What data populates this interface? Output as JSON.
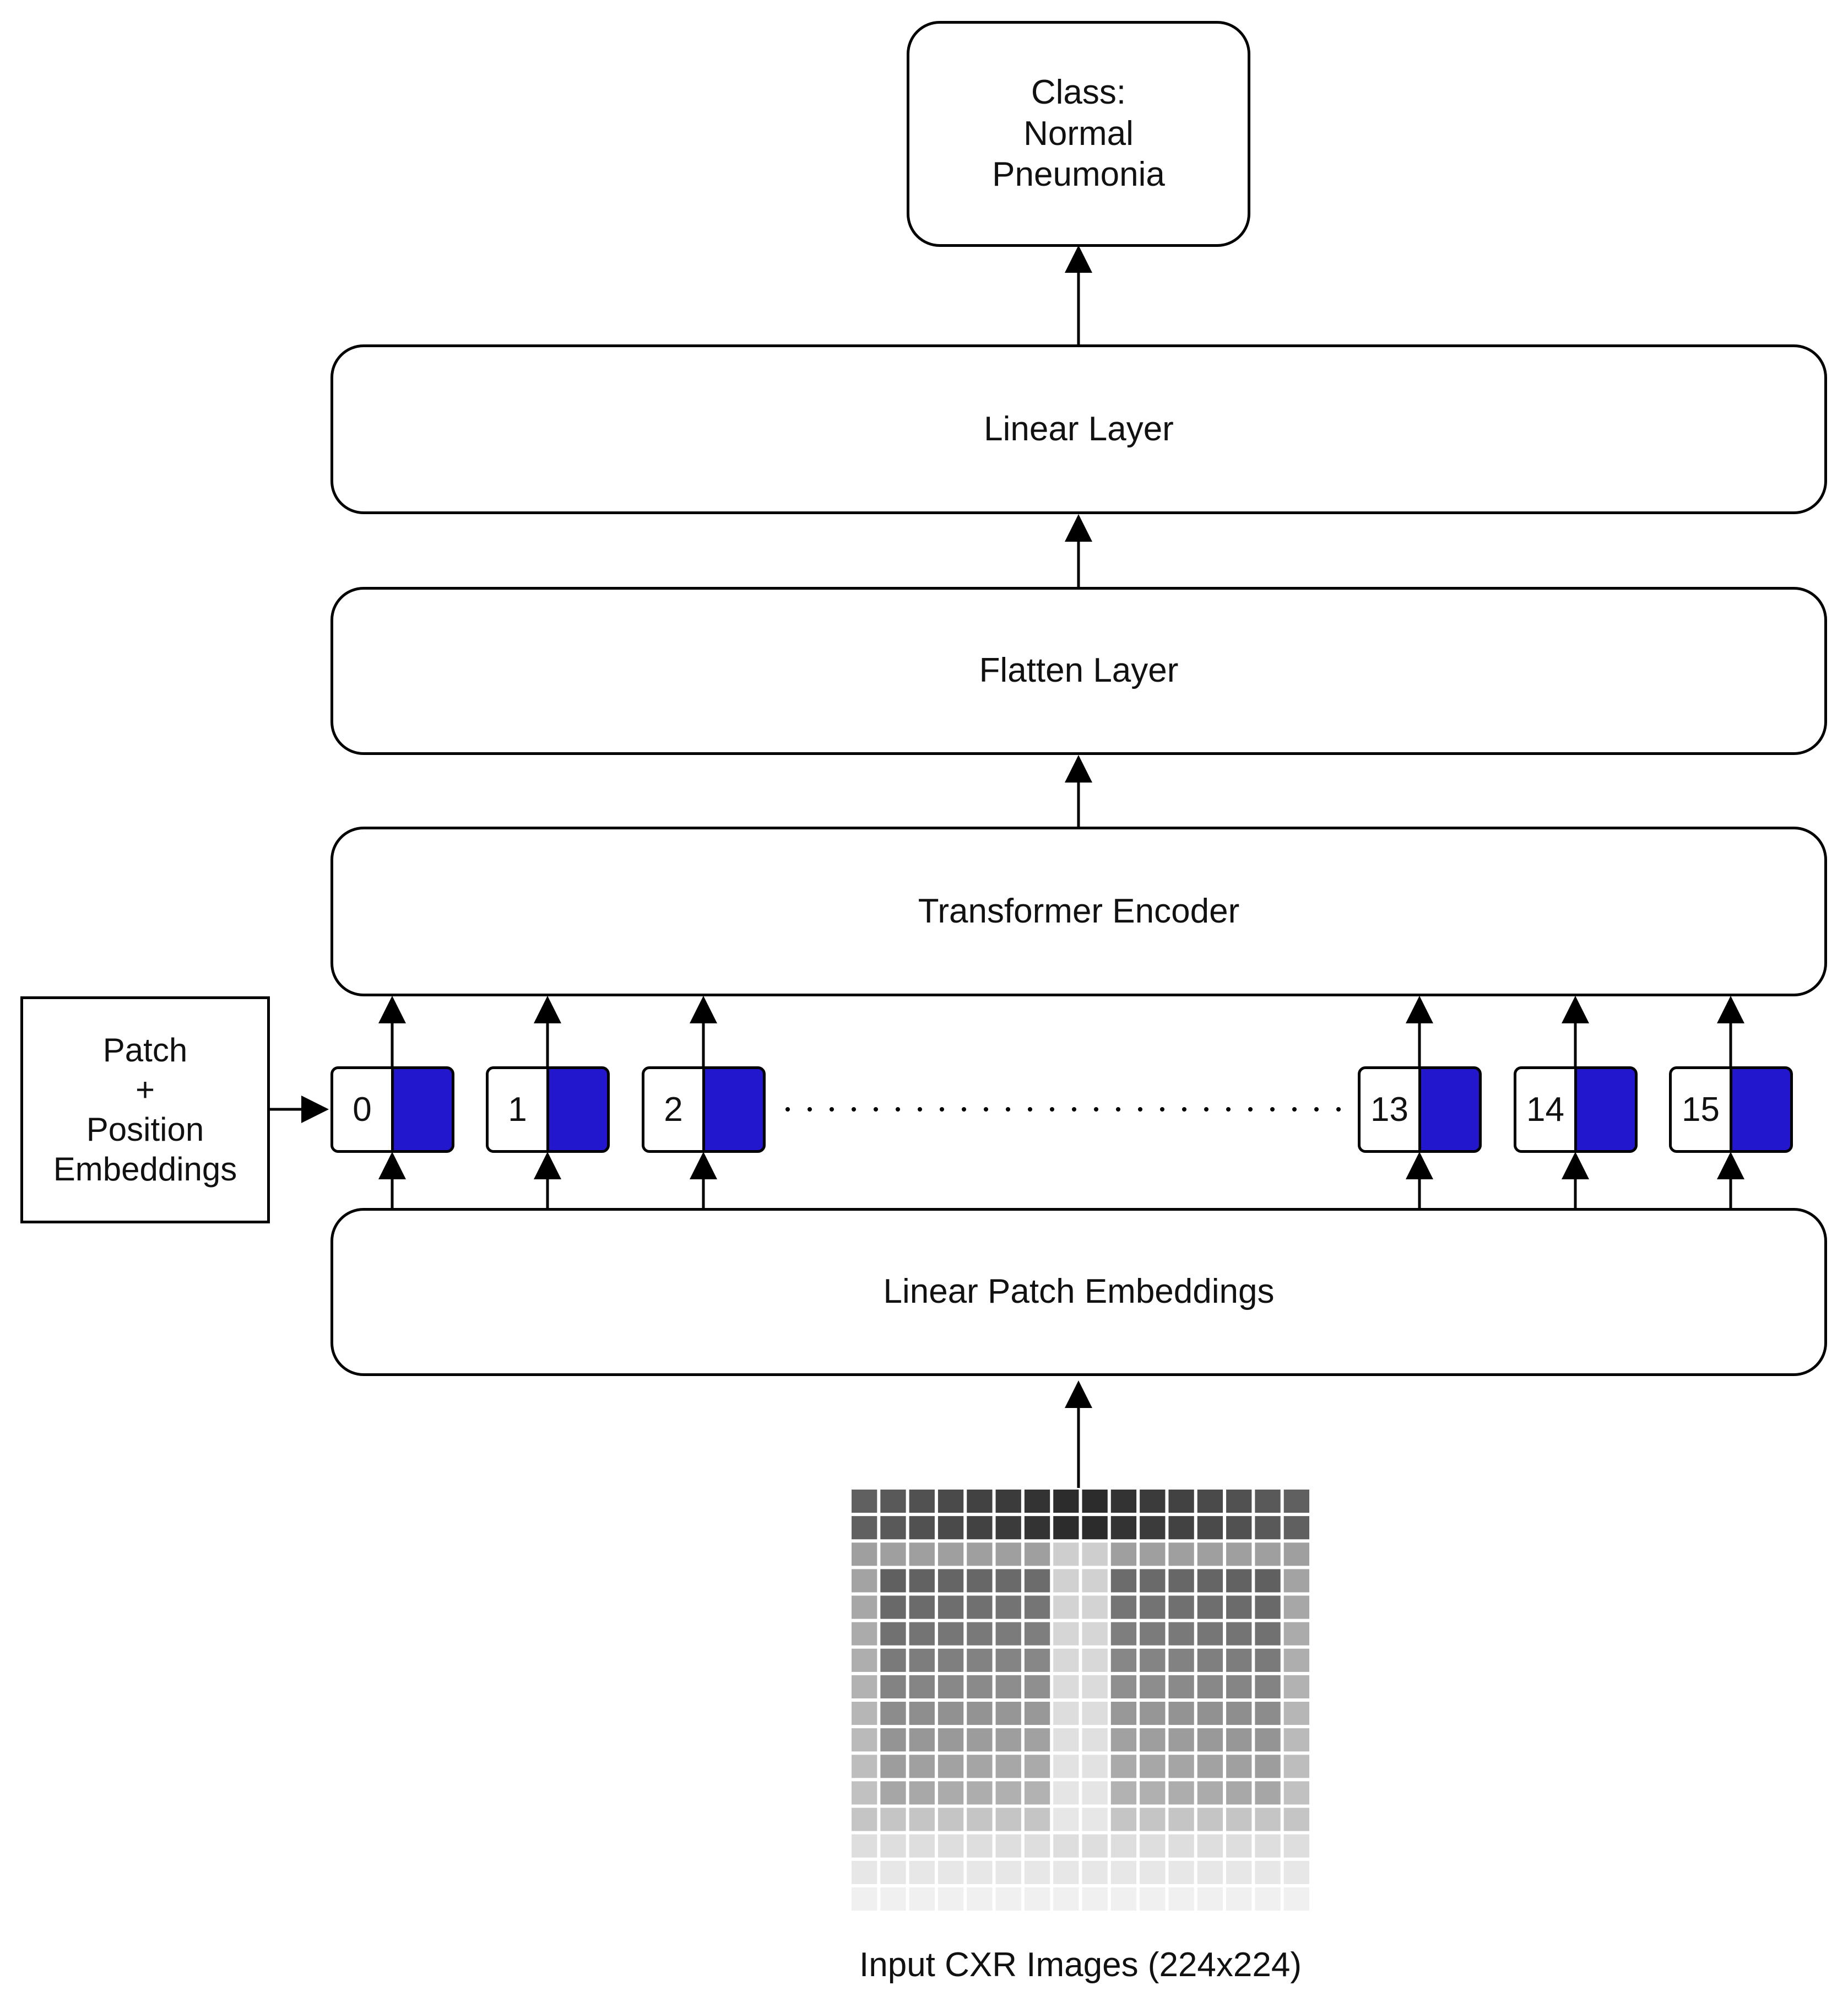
{
  "class_box": {
    "lines": [
      "Class:",
      "Normal",
      "Pneumonia"
    ]
  },
  "linear_layer": "Linear Layer",
  "flatten_layer": "Flatten Layer",
  "transformer_encoder": "Transformer Encoder",
  "linear_patch_embeddings": "Linear Patch Embeddings",
  "pos_box": {
    "lines": [
      "Patch",
      "+",
      "Position",
      "Embeddings"
    ]
  },
  "tokens": [
    {
      "index": "0"
    },
    {
      "index": "1"
    },
    {
      "index": "2"
    },
    {
      "index": "13"
    },
    {
      "index": "14"
    },
    {
      "index": "15"
    }
  ],
  "embedding_color": "#2217cc",
  "input_caption": "Input CXR Images (224x224)",
  "input_image": {
    "grid": "16x16"
  }
}
